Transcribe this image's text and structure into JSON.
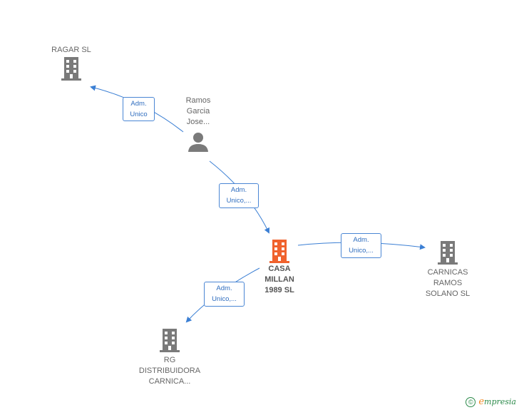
{
  "nodes": {
    "ragar": {
      "label": "RAGAR  SL"
    },
    "ramos": {
      "label": "Ramos\nGarcia\nJose..."
    },
    "casa": {
      "label": "CASA\nMILLAN\n1989  SL"
    },
    "carnicas": {
      "label": "CARNICAS\nRAMOS\nSOLANO  SL"
    },
    "rg": {
      "label": "RG\nDISTRIBUIDORA\nCARNICA..."
    }
  },
  "edges": [
    {
      "line1": "Adm.",
      "line2": "Unico"
    },
    {
      "line1": "Adm.",
      "line2": "Unico,..."
    },
    {
      "line1": "Adm.",
      "line2": "Unico,..."
    },
    {
      "line1": "Adm.",
      "line2": "Unico,..."
    }
  ],
  "colors": {
    "company": "#7a7a7a",
    "main_company": "#f0622d",
    "person": "#7a7a7a",
    "edge": "#3b7fd4"
  },
  "footer": {
    "copyright": "©",
    "brand_first": "e",
    "brand_rest": "mpresia"
  }
}
